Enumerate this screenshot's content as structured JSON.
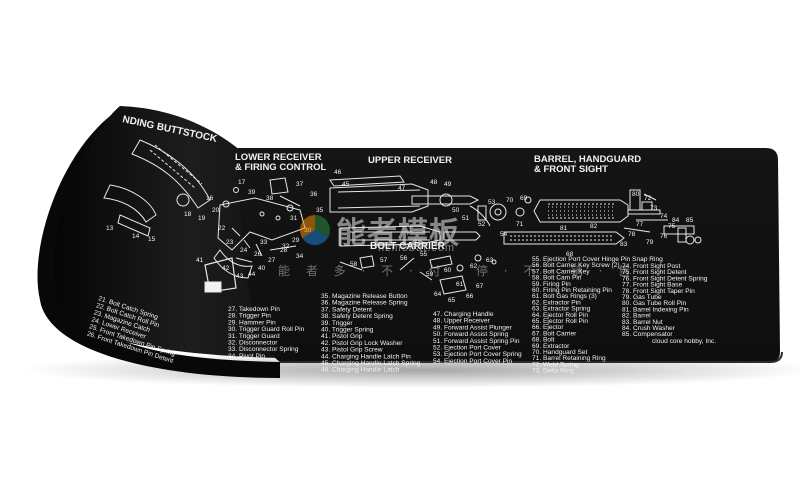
{
  "mat": {
    "heading_stock": "NDING BUTTSTOCK",
    "heading_lower": [
      "LOWER RECEIVER",
      "& FIRING CONTROL"
    ],
    "heading_upper": "UPPER RECEIVER",
    "heading_barrel": [
      "BARREL, HANDGUARD",
      "& FRONT SIGHT"
    ],
    "heading_bolt": "BOLT CARRIER",
    "footer_credit": "cloud core hobby, Inc.",
    "left_curl_list": [
      "21. Bolt Catch Spring",
      "22. Bolt Catch Roll Pin",
      "23. Magazine Catch",
      "24. Lower Receiver",
      "25. Front Takedown Pin Spring",
      "26. Front Takedown Pin Detent"
    ],
    "list_col1": [
      "27. Takedown Pin",
      "28. Trigger Pin",
      "29. Hammer Pin",
      "30. Trigger Guard Roll Pin",
      "31. Trigger Guard",
      "32. Disconnector",
      "33. Disconnector Spring",
      "34. Pivot Pin"
    ],
    "list_col2": [
      "35. Magazine Release Button",
      "36. Magazine Release Spring",
      "37. Safety Detent",
      "38. Safety Detent Spring",
      "39. Trigger",
      "40. Trigger Spring",
      "41. Pistol Grip",
      "42. Pistol Grip Lock Washer",
      "43. Pistol Grip Screw",
      "44. Charging Handle Latch Pin",
      "45. Charging Handle Latch Spring",
      "46. Charging Handle Latch"
    ],
    "list_col3": [
      "47. Charging Handle",
      "48. Upper Receiver",
      "49. Forward Assist Plunger",
      "50. Forward Assist Spring",
      "51. Forward Assist Spring Pin",
      "52. Ejection Port Cover",
      "53. Ejection Port Cover Spring",
      "54. Ejection Port Cover Pin"
    ],
    "list_col4": [
      "55. Ejection Port Cover Hinge Pin Snap Ring",
      "56. Bolt Carrier Key Screw (2)",
      "57. Bolt Carrier Key",
      "58. Bolt Cam Pin",
      "59. Firing Pin",
      "60. Firing Pin Retaining Pin",
      "61. Bolt Gas Rings (3)",
      "62. Extractor Pin",
      "63. Extractor Spring",
      "64. Ejector Roll Pin",
      "65. Ejector Roll Pin",
      "66. Ejector",
      "67. Bolt Carrier",
      "68. Bolt",
      "69. Extractor",
      "70. Handguard Set",
      "71. Barrel Retaining Ring",
      "72. Weld Spring",
      "73. Delta Ring"
    ],
    "list_col5": [
      "74. Front Sight Post",
      "75. Front Sight Detent",
      "76. Front Sight Detent Spring",
      "77. Front Sight Base",
      "78. Front Sight Taper Pin",
      "79. Gas Tube",
      "80. Gas Tube Roll Pin",
      "81. Barrel Indexing Pin",
      "82. Barrel",
      "83. Barrel Nut",
      "84. Crush Washer",
      "85. Compensator"
    ],
    "callouts": [
      "17",
      "15",
      "14",
      "13",
      "18",
      "19",
      "16",
      "20",
      "22",
      "23",
      "24",
      "26",
      "27",
      "28",
      "29",
      "30",
      "31",
      "32",
      "33",
      "34",
      "35",
      "36",
      "37",
      "38",
      "39",
      "40",
      "41",
      "42",
      "43",
      "44",
      "45",
      "46",
      "47",
      "48",
      "49",
      "50",
      "51",
      "52",
      "53",
      "54",
      "55",
      "56",
      "57",
      "58",
      "59",
      "60",
      "61",
      "62",
      "63",
      "64",
      "65",
      "66",
      "67",
      "68",
      "69",
      "70",
      "71",
      "72",
      "73",
      "74",
      "75",
      "76",
      "77",
      "78",
      "79",
      "80",
      "81",
      "82",
      "83",
      "84",
      "85"
    ]
  },
  "watermark": {
    "brand": "能者模板",
    "url": "nzmobat.com",
    "strip": "能 者 多 · 不 · 付 · 停 · 不 · 销 · 售"
  },
  "colors": {
    "mat": "#141414",
    "mat_edge": "#2b2b2b",
    "ink": "#f2f2f2",
    "underside": "#0b0b0b"
  }
}
